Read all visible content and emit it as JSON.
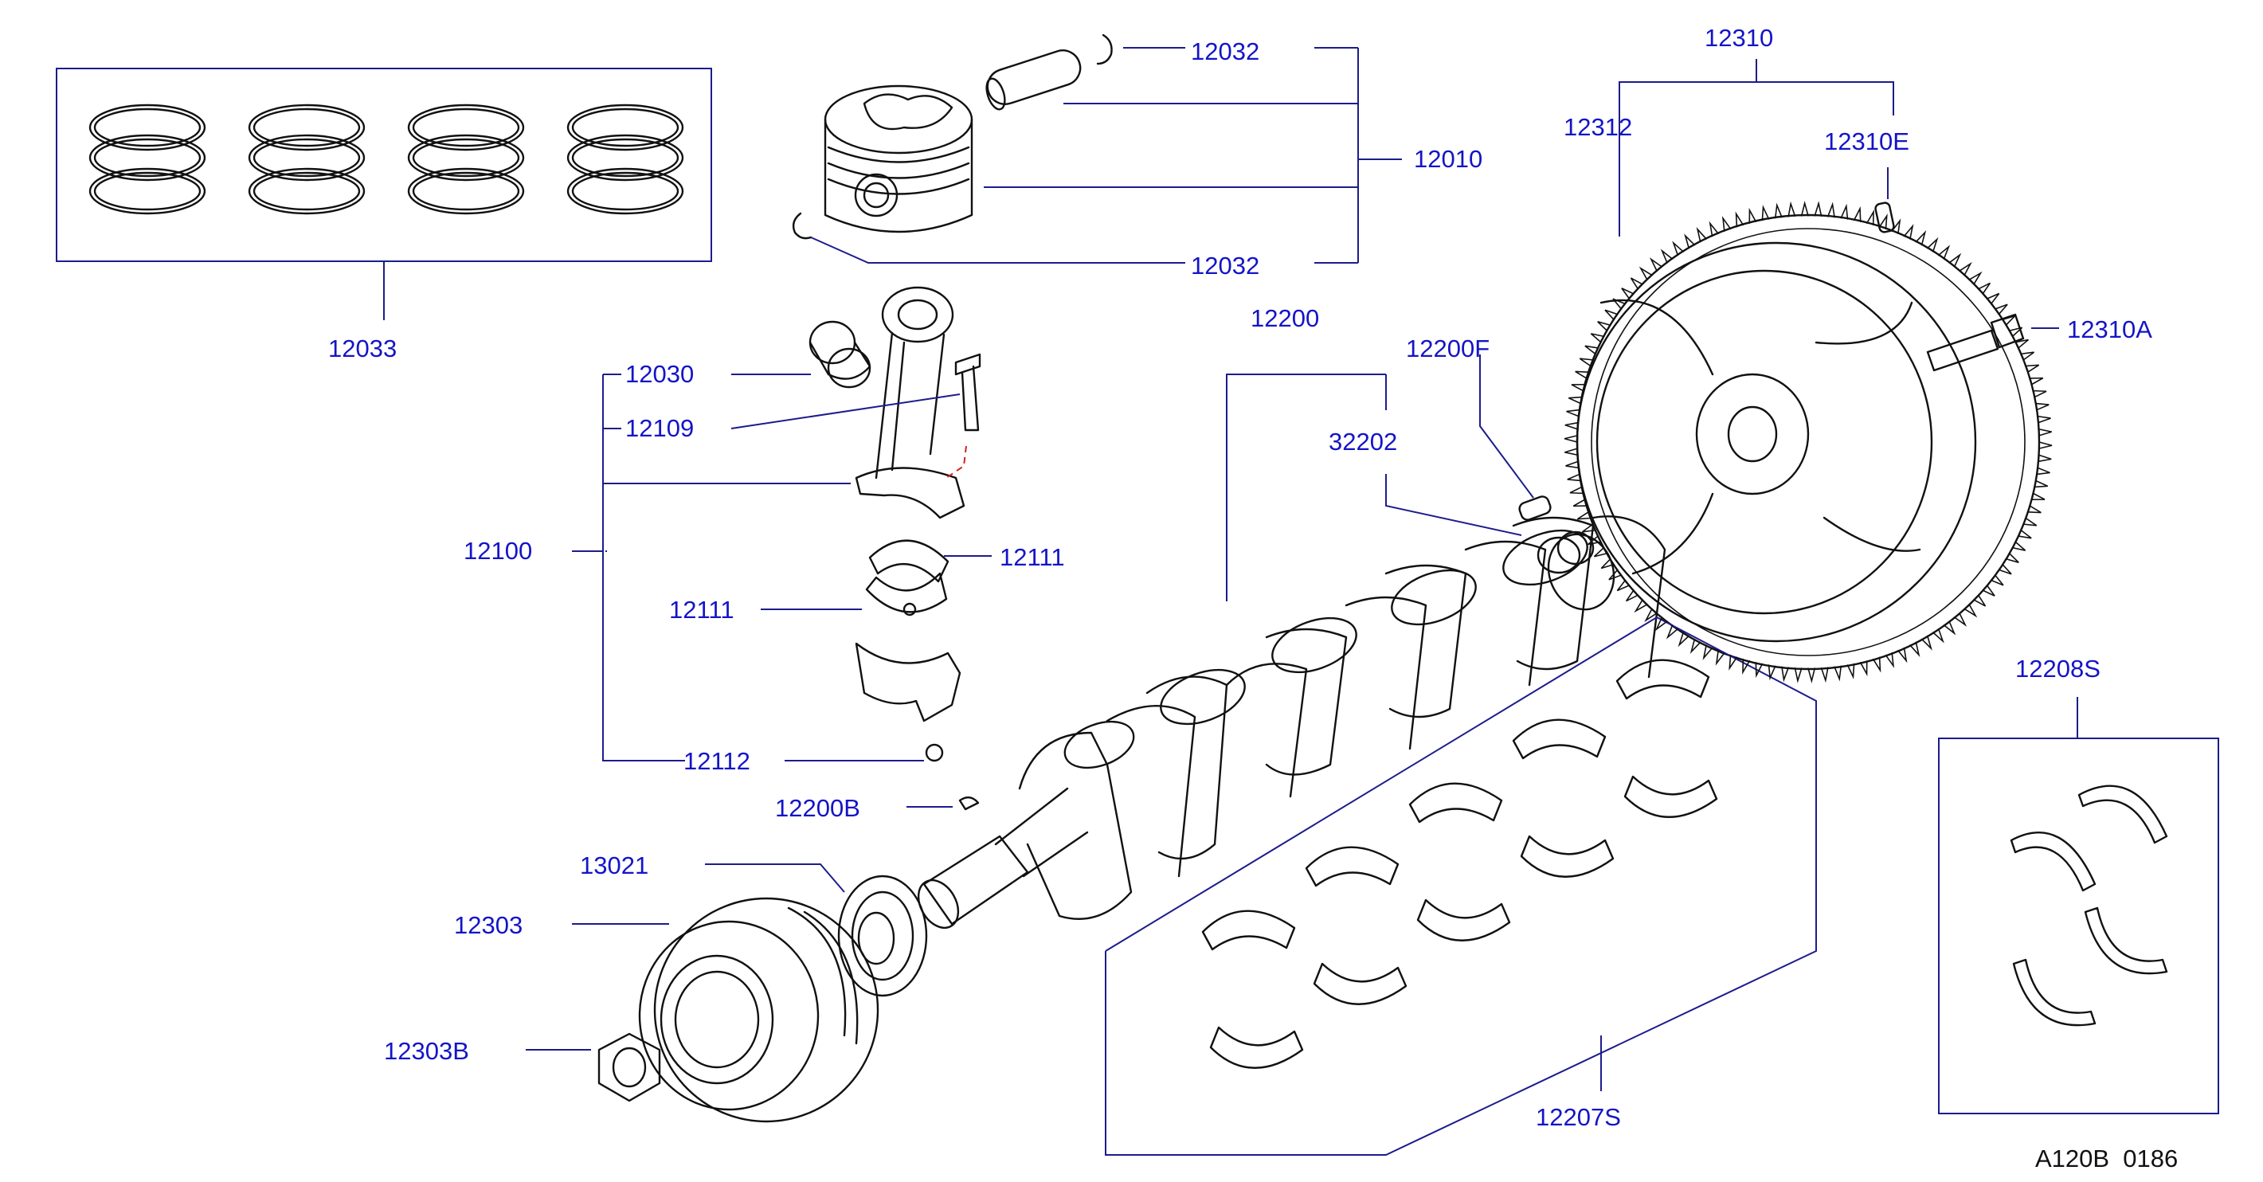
{
  "diagram": {
    "code": "A120B  0186",
    "parts": {
      "p12010": "12010",
      "p12032a": "12032",
      "p12032b": "12032",
      "p12033": "12033",
      "p12030": "12030",
      "p12109": "12109",
      "p12100": "12100",
      "p12111a": "12111",
      "p12111b": "12111",
      "p12112": "12112",
      "p12200B": "12200B",
      "p13021": "13021",
      "p12303": "12303",
      "p12303B": "12303B",
      "p12200": "12200",
      "p12200F": "12200F",
      "p32202": "32202",
      "p12310": "12310",
      "p12312": "12312",
      "p12310E": "12310E",
      "p12310A": "12310A",
      "p12208S": "12208S",
      "p12207S": "12207S"
    },
    "icons": [
      "piston-ring-set-icon",
      "piston-icon",
      "piston-pin-icon",
      "snap-ring-icon",
      "connecting-rod-icon",
      "rod-bearing-icon",
      "crankshaft-icon",
      "flywheel-icon",
      "crank-pulley-icon",
      "sprocket-icon",
      "main-bearing-icon",
      "thrust-washer-icon"
    ],
    "colors": {
      "label": "#1414c8",
      "leader": "#1c1c8c",
      "line": "#111111",
      "marker": "#d42020"
    }
  }
}
